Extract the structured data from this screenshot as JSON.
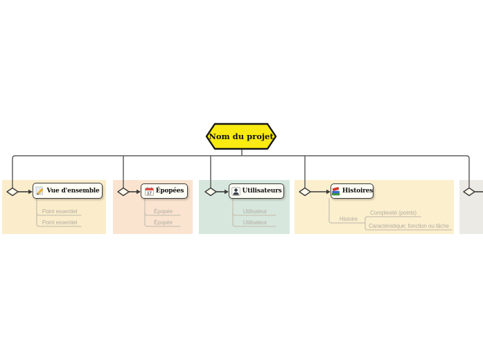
{
  "root": {
    "label": "Nom du projet",
    "shape": "hexagon"
  },
  "branches": [
    {
      "label": "Vue d'ensemble",
      "icon": "memo-pencil-icon",
      "band_color": "#FBEDCB",
      "children": [
        "Point essentiel",
        "Point essentiel"
      ]
    },
    {
      "label": "Épopées",
      "icon": "calendar-icon",
      "icon_text": "17",
      "band_color": "#FAE4D0",
      "children": [
        "Épopée",
        "Épopée"
      ]
    },
    {
      "label": "Utilisateurs",
      "icon": "user-icon",
      "band_color": "#D7E7DE",
      "children": [
        "Utilisateur",
        "Utilisateur"
      ]
    },
    {
      "label": "Histoires",
      "icon": "books-icon",
      "band_color": "#FCEFCE",
      "children": [
        {
          "label": "Histoire",
          "children": [
            "Complexité (points)",
            "Caractéristique; fonction ou tâche"
          ]
        }
      ]
    },
    {
      "label": "",
      "band_color": "#ECEAE5"
    }
  ],
  "colors": {
    "root_fill": "#F8EA12",
    "root_border": "#151515",
    "connector": "#5E5E5E",
    "arrow": "#3A3A3A",
    "node_fill": "#FFFEF6",
    "node_border": "#3A3A3A",
    "diamond_fill": "#FDFAED",
    "child_line": "#C8C1B0",
    "child_text": "#B2ADA1"
  }
}
